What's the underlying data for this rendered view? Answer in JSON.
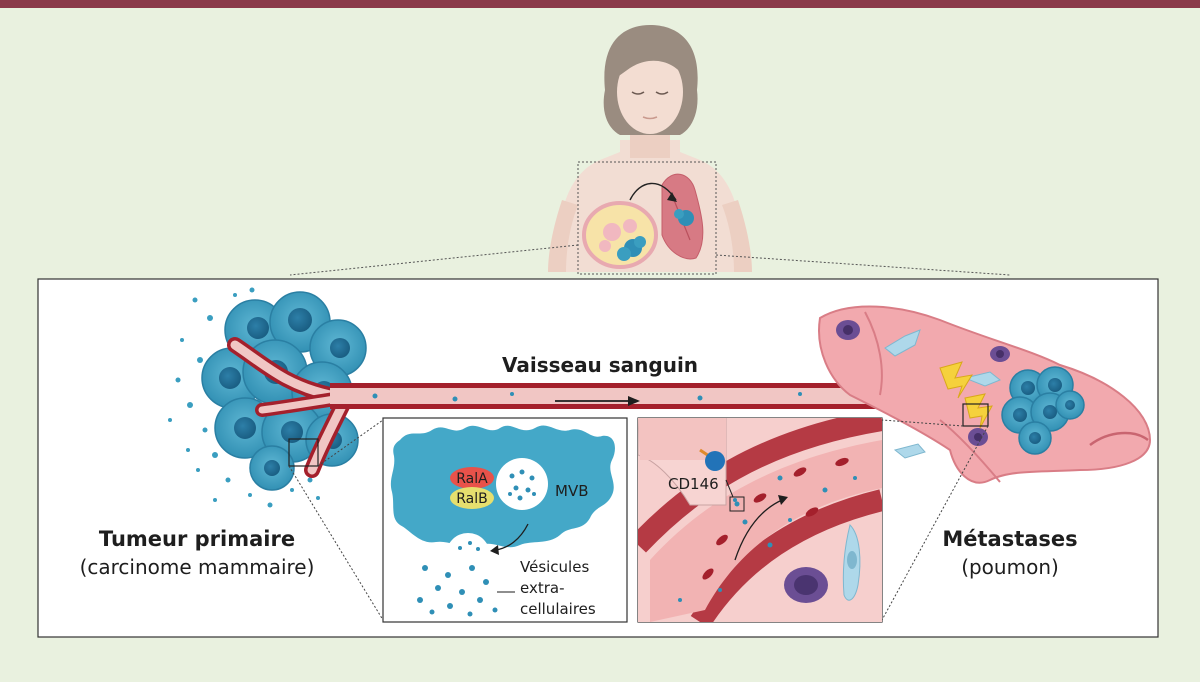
{
  "labels": {
    "vessel": "Vaisseau sanguin",
    "primary_title": "Tumeur primaire",
    "primary_sub": "(carcinome mammaire)",
    "meta_title": "Métastases",
    "meta_sub": "(poumon)",
    "rala": "RalA",
    "ralb": "RalB",
    "mvb": "MVB",
    "ev_line1": "Vésicules",
    "ev_line2": "extra-",
    "ev_line3": "cellulaires",
    "cd146": "CD146"
  },
  "colors": {
    "background": "#e9f1df",
    "top_bar": "#8b3a4a",
    "tumor_cell": "#3a9ec0",
    "vessel_wall": "#a4202c",
    "vessel_lumen": "#f1c6c4",
    "lung": "#f2a9ae",
    "rala": "#e8524a",
    "ralb": "#e6df6e",
    "skin": "#f2ddd3",
    "hair": "#9a8c80"
  }
}
